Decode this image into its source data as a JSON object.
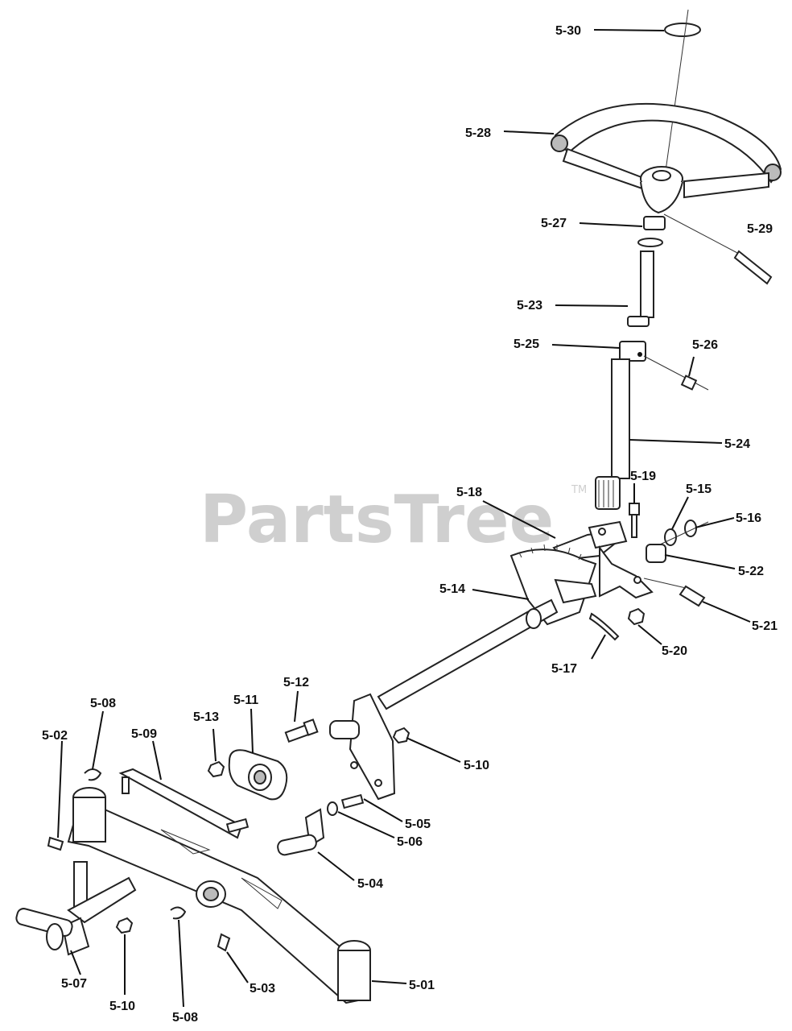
{
  "watermark": {
    "text": "PartsTree",
    "tm": "TM"
  },
  "labels": [
    {
      "id": "5-30",
      "text": "5-30"
    },
    {
      "id": "5-28",
      "text": "5-28"
    },
    {
      "id": "5-27",
      "text": "5-27"
    },
    {
      "id": "5-29",
      "text": "5-29"
    },
    {
      "id": "5-23",
      "text": "5-23"
    },
    {
      "id": "5-25",
      "text": "5-25"
    },
    {
      "id": "5-26",
      "text": "5-26"
    },
    {
      "id": "5-24",
      "text": "5-24"
    },
    {
      "id": "5-19",
      "text": "5-19"
    },
    {
      "id": "5-15",
      "text": "5-15"
    },
    {
      "id": "5-18",
      "text": "5-18"
    },
    {
      "id": "5-16",
      "text": "5-16"
    },
    {
      "id": "5-22",
      "text": "5-22"
    },
    {
      "id": "5-14",
      "text": "5-14"
    },
    {
      "id": "5-21",
      "text": "5-21"
    },
    {
      "id": "5-20",
      "text": "5-20"
    },
    {
      "id": "5-17",
      "text": "5-17"
    },
    {
      "id": "5-12",
      "text": "5-12"
    },
    {
      "id": "5-11",
      "text": "5-11"
    },
    {
      "id": "5-13",
      "text": "5-13"
    },
    {
      "id": "5-08-top",
      "text": "5-08"
    },
    {
      "id": "5-09",
      "text": "5-09"
    },
    {
      "id": "5-02",
      "text": "5-02"
    },
    {
      "id": "5-10-right",
      "text": "5-10"
    },
    {
      "id": "5-05",
      "text": "5-05"
    },
    {
      "id": "5-06",
      "text": "5-06"
    },
    {
      "id": "5-04",
      "text": "5-04"
    },
    {
      "id": "5-07",
      "text": "5-07"
    },
    {
      "id": "5-10-bottom",
      "text": "5-10"
    },
    {
      "id": "5-08-bottom",
      "text": "5-08"
    },
    {
      "id": "5-03",
      "text": "5-03"
    },
    {
      "id": "5-01",
      "text": "5-01"
    }
  ]
}
